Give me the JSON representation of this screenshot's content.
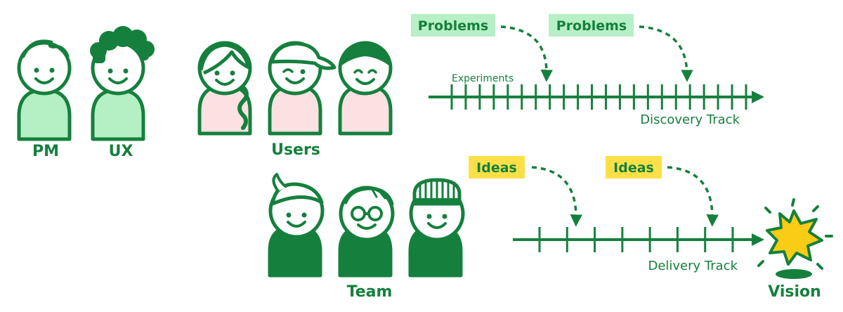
{
  "colors": {
    "green": "#15803d",
    "light_green": "#b4f0c4",
    "pink": "#fbe1e1",
    "problem_bg": "#b7efc6",
    "idea_bg": "#fde047",
    "star": "#facc15"
  },
  "people": {
    "pm_label": "PM",
    "ux_label": "UX",
    "users_label": "Users",
    "team_label": "Team",
    "vision_label": "Vision"
  },
  "discovery": {
    "problems": [
      "Problems",
      "Problems"
    ],
    "experiments_label": "Experiments",
    "track_label": "Discovery Track"
  },
  "delivery": {
    "ideas": [
      "Ideas",
      "Ideas"
    ],
    "track_label": "Delivery Track"
  },
  "icons": [
    "smiling-face-icon",
    "burst-star-icon",
    "dashed-arrow-icon"
  ]
}
